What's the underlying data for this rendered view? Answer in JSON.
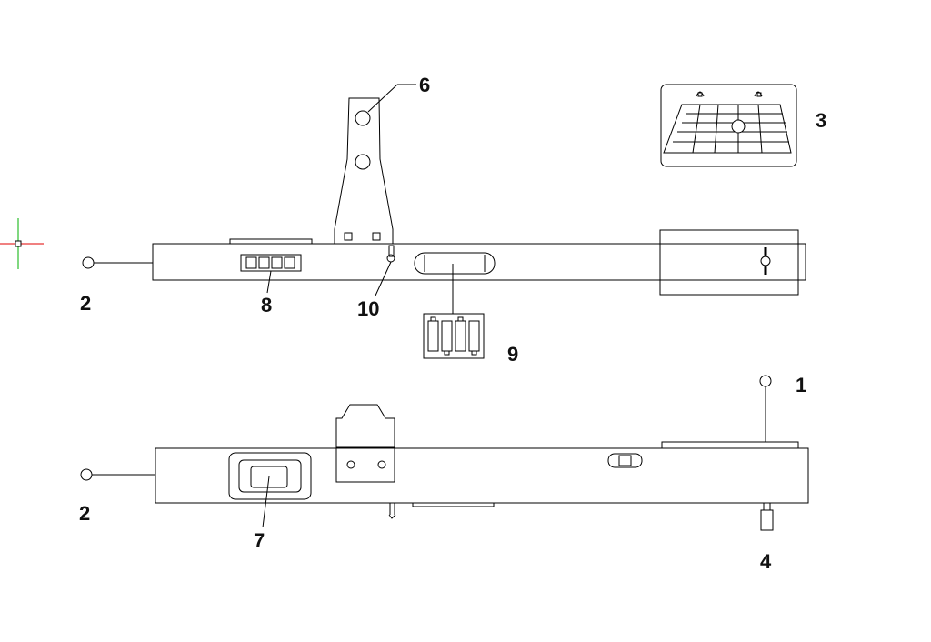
{
  "callouts": {
    "c1": "1",
    "c2_top": "2",
    "c2_bottom": "2",
    "c3": "3",
    "c4": "4",
    "c6": "6",
    "c7": "7",
    "c8": "8",
    "c9": "9",
    "c10": "10"
  },
  "colors": {
    "line": "#000000",
    "background": "#ffffff",
    "crosshair_horizontal": "#e00000",
    "crosshair_vertical": "#00b000"
  },
  "icons": [
    "crosshair-cursor-icon"
  ]
}
